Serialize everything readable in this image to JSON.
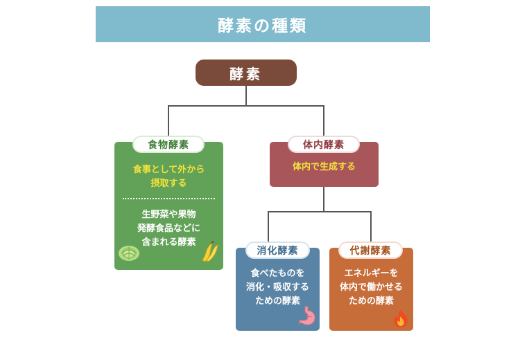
{
  "title": "酵素の種類",
  "root": {
    "label": "酵素"
  },
  "food_enzyme": {
    "label": "食物酵素",
    "desc_line1": "食事として外から",
    "desc_line2": "摂取する",
    "examples_line1": "生野菜や果物",
    "examples_line2": "発酵食品などに",
    "examples_line3": "含まれる酵素",
    "icons": [
      "cabbage-icon",
      "banana-icon"
    ]
  },
  "body_enzyme": {
    "label": "体内酵素",
    "desc": "体内で生成する"
  },
  "digestive_enzyme": {
    "label": "消化酵素",
    "desc_line1": "食べたものを",
    "desc_line2": "消化・吸収する",
    "desc_line3": "ための酵素",
    "icon": "stomach-icon"
  },
  "metabolic_enzyme": {
    "label": "代謝酵素",
    "desc_line1": "エネルギーを",
    "desc_line2": "体内で働かせる",
    "desc_line3": "ための酵素",
    "icon": "fire-icon"
  },
  "colors": {
    "title_bg": "#7fbacd",
    "root_bg": "#7a4a3a",
    "food_bg": "#62a158",
    "body_bg": "#a9565a",
    "digestive_bg": "#5a84a5",
    "metabolic_bg": "#c66d3a",
    "highlight_text": "#f4e23a"
  }
}
